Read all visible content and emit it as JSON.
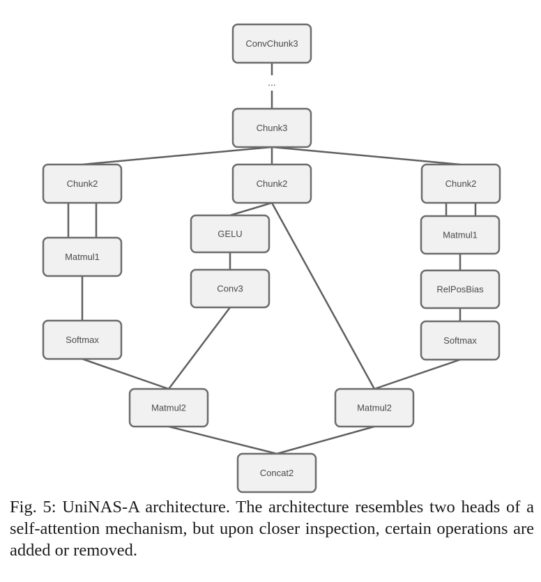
{
  "diagram": {
    "nodes": {
      "convchunk3": "ConvChunk3",
      "chunk3": "Chunk3",
      "chunk2_left": "Chunk2",
      "chunk2_mid": "Chunk2",
      "chunk2_right": "Chunk2",
      "matmul1_left": "Matmul1",
      "gelu": "GELU",
      "conv3": "Conv3",
      "matmul1_right": "Matmul1",
      "relposbias": "RelPosBias",
      "softmax_left": "Softmax",
      "softmax_right": "Softmax",
      "matmul2_left": "Matmul2",
      "matmul2_right": "Matmul2",
      "concat2": "Concat2"
    },
    "ellipsis": "...",
    "edges": [
      [
        "convchunk3",
        "chunk3"
      ],
      [
        "chunk3",
        "chunk2_left"
      ],
      [
        "chunk3",
        "chunk2_mid"
      ],
      [
        "chunk3",
        "chunk2_right"
      ],
      [
        "chunk2_left",
        "matmul1_left"
      ],
      [
        "chunk2_left",
        "matmul1_left"
      ],
      [
        "matmul1_left",
        "softmax_left"
      ],
      [
        "softmax_left",
        "matmul2_left"
      ],
      [
        "chunk2_mid",
        "gelu"
      ],
      [
        "gelu",
        "conv3"
      ],
      [
        "conv3",
        "matmul2_left"
      ],
      [
        "chunk2_mid",
        "matmul2_right"
      ],
      [
        "chunk2_right",
        "matmul1_right"
      ],
      [
        "chunk2_right",
        "matmul1_right"
      ],
      [
        "matmul1_right",
        "relposbias"
      ],
      [
        "relposbias",
        "softmax_right"
      ],
      [
        "softmax_right",
        "matmul2_right"
      ],
      [
        "matmul2_left",
        "concat2"
      ],
      [
        "matmul2_right",
        "concat2"
      ]
    ],
    "colors": {
      "node_fill": "#f1f1f1",
      "node_stroke": "#6b6b6b",
      "edge": "#5f5f5f",
      "label": "#4a4a4a"
    }
  },
  "caption": "Fig. 5: UniNAS-A architecture. The architecture resembles two heads of a self-attention mechanism, but upon closer inspection, certain operations are added or removed."
}
